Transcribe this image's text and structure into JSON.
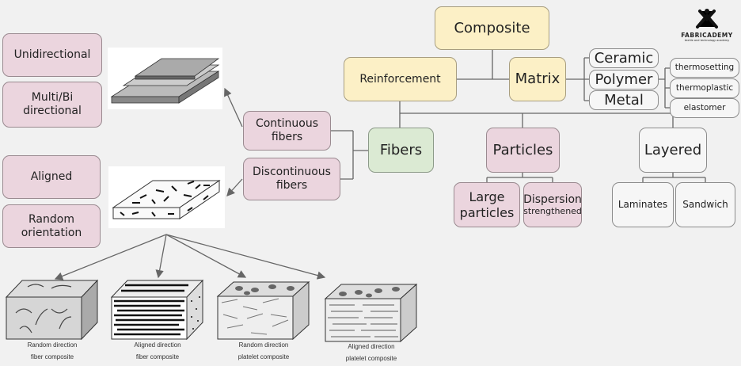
{
  "logo": {
    "name": "FABRICADEMY",
    "tagline": "textile and technology academy"
  },
  "nodes": {
    "composite": "Composite",
    "reinforcement": "Reinforcement",
    "matrix": "Matrix",
    "ceramic": "Ceramic",
    "polymer": "Polymer",
    "metal": "Metal",
    "thermosetting": "thermosetting",
    "thermoplastic": "thermoplastic",
    "elastomer": "elastomer",
    "fibers": "Fibers",
    "particles": "Particles",
    "layered": "Layered",
    "large_particles": "Large particles",
    "dispersion": "Dispersion",
    "dispersion_sub": "strengthened",
    "laminates": "Laminates",
    "sandwich": "Sandwich",
    "continuous": "Continuous fibers",
    "discontinuous": "Discontinuous fibers",
    "unidirectional": "Unidirectional",
    "multibi": "Multi/Bi directional",
    "aligned": "Aligned",
    "random": "Random orientation"
  },
  "captions": [
    {
      "line1": "Random direction",
      "line2": "fiber composite"
    },
    {
      "line1": "Aligned direction",
      "line2": "fiber composite"
    },
    {
      "line1": "Random direction",
      "line2": "platelet composite"
    },
    {
      "line1": "Aligned direction",
      "line2": "platelet composite"
    }
  ],
  "colors": {
    "pink": "#ebd5de",
    "yellow": "#fcf0c6",
    "green": "#dbead3",
    "white": "#f6f6f6",
    "background": "#f1f1f1"
  }
}
